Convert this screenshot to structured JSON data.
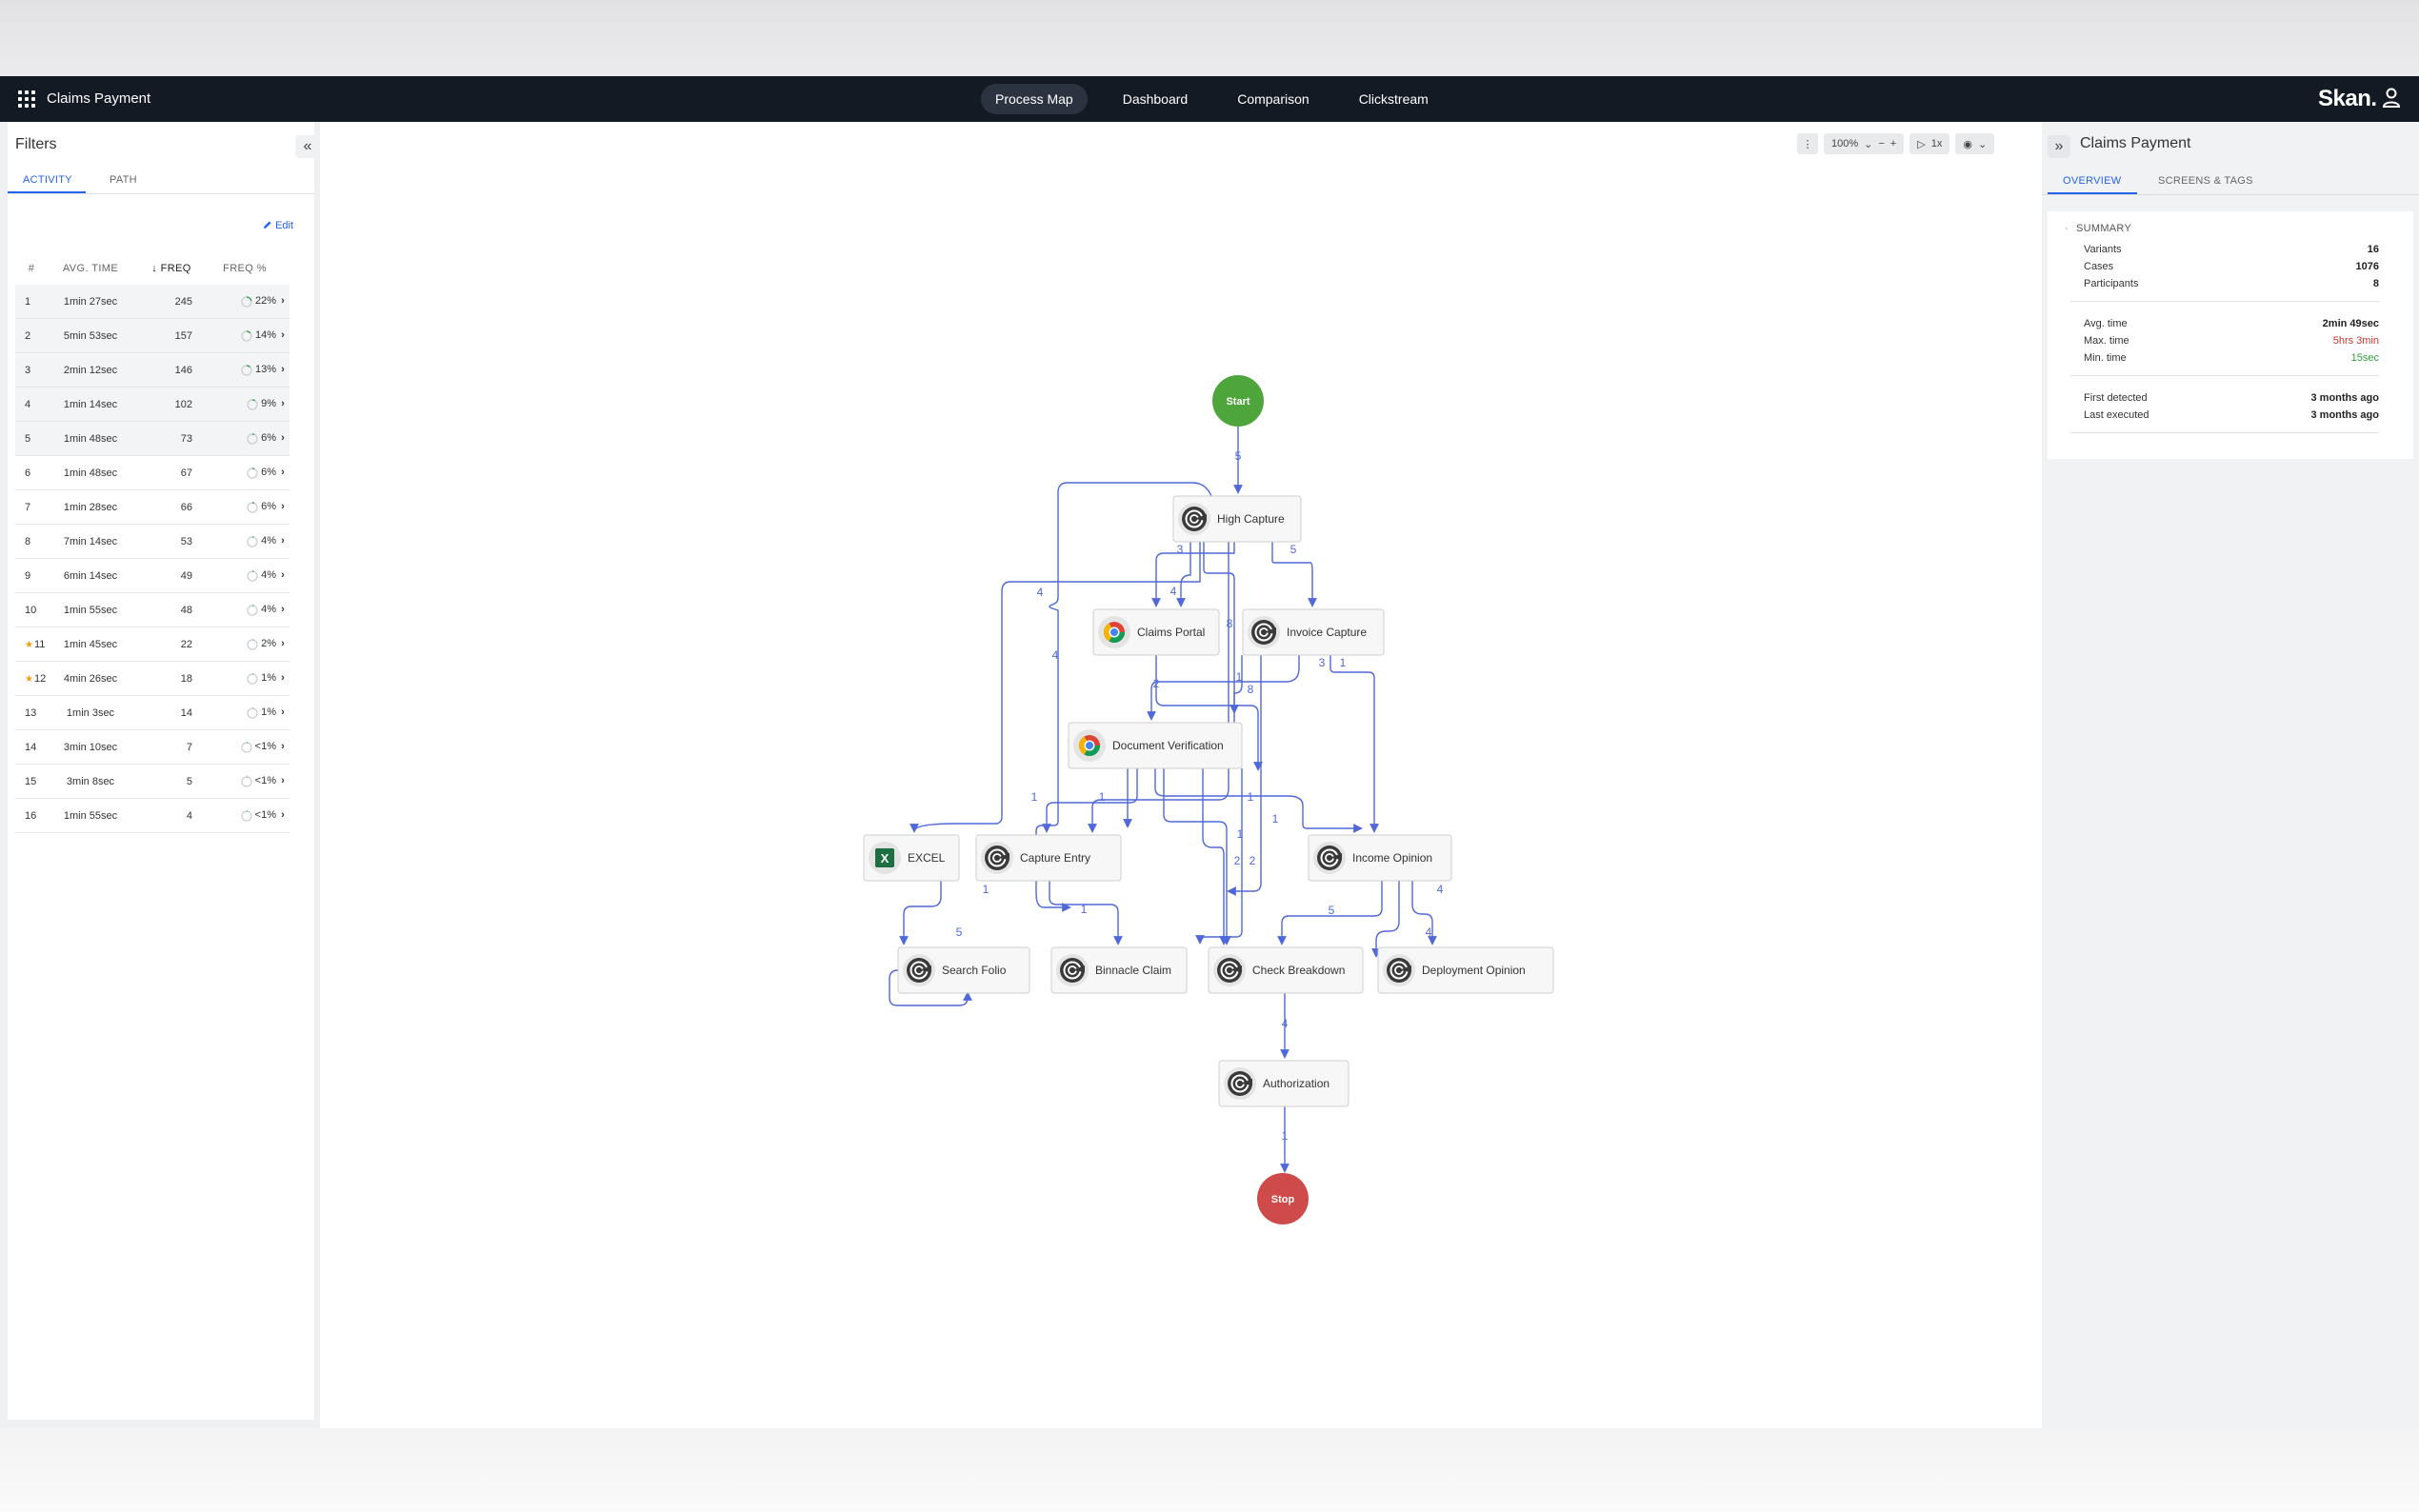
{
  "app": {
    "title": "Claims Payment",
    "brand": "Skan."
  },
  "nav": {
    "tabs": [
      "Process Map",
      "Dashboard",
      "Comparison",
      "Clickstream"
    ],
    "active": "Process Map"
  },
  "filters": {
    "title": "Filters",
    "tabs": [
      "ACTIVITY",
      "PATH"
    ],
    "active_tab": "ACTIVITY",
    "edit_label": "Edit",
    "columns": [
      "#",
      "AVG. TIME",
      "FREQ",
      "FREQ %"
    ],
    "sorted_column": "FREQ",
    "rows": [
      {
        "n": "1",
        "time": "1min 27sec",
        "freq": "245",
        "pct": "22%",
        "fraction": 0.22,
        "starred": false
      },
      {
        "n": "2",
        "time": "5min 53sec",
        "freq": "157",
        "pct": "14%",
        "fraction": 0.14,
        "starred": false
      },
      {
        "n": "3",
        "time": "2min 12sec",
        "freq": "146",
        "pct": "13%",
        "fraction": 0.13,
        "starred": false
      },
      {
        "n": "4",
        "time": "1min 14sec",
        "freq": "102",
        "pct": "9%",
        "fraction": 0.09,
        "starred": false
      },
      {
        "n": "5",
        "time": "1min 48sec",
        "freq": "73",
        "pct": "6%",
        "fraction": 0.06,
        "starred": false
      },
      {
        "n": "6",
        "time": "1min 48sec",
        "freq": "67",
        "pct": "6%",
        "fraction": 0.06,
        "starred": false
      },
      {
        "n": "7",
        "time": "1min 28sec",
        "freq": "66",
        "pct": "6%",
        "fraction": 0.06,
        "starred": false
      },
      {
        "n": "8",
        "time": "7min 14sec",
        "freq": "53",
        "pct": "4%",
        "fraction": 0.04,
        "starred": false
      },
      {
        "n": "9",
        "time": "6min 14sec",
        "freq": "49",
        "pct": "4%",
        "fraction": 0.04,
        "starred": false
      },
      {
        "n": "10",
        "time": "1min 55sec",
        "freq": "48",
        "pct": "4%",
        "fraction": 0.04,
        "starred": false
      },
      {
        "n": "11",
        "time": "1min 45sec",
        "freq": "22",
        "pct": "2%",
        "fraction": 0.02,
        "starred": true
      },
      {
        "n": "12",
        "time": "4min 26sec",
        "freq": "18",
        "pct": "1%",
        "fraction": 0.01,
        "starred": true
      },
      {
        "n": "13",
        "time": "1min 3sec",
        "freq": "14",
        "pct": "1%",
        "fraction": 0.01,
        "starred": false
      },
      {
        "n": "14",
        "time": "3min 10sec",
        "freq": "7",
        "pct": "<1%",
        "fraction": 0.005,
        "starred": false
      },
      {
        "n": "15",
        "time": "3min 8sec",
        "freq": "5",
        "pct": "<1%",
        "fraction": 0.004,
        "starred": false
      },
      {
        "n": "16",
        "time": "1min 55sec",
        "freq": "4",
        "pct": "<1%",
        "fraction": 0.003,
        "starred": false
      }
    ]
  },
  "toolbar": {
    "zoom": "100%",
    "speed": "1x"
  },
  "process_map": {
    "nodes": [
      {
        "id": "start",
        "label": "Start",
        "type": "start"
      },
      {
        "id": "high",
        "label": "High Capture",
        "icon": "skan-icon"
      },
      {
        "id": "portal",
        "label": "Claims Portal",
        "icon": "chrome-icon"
      },
      {
        "id": "invoice",
        "label": "Invoice Capture",
        "icon": "skan-icon"
      },
      {
        "id": "docver",
        "label": "Document Verification",
        "icon": "chrome-icon"
      },
      {
        "id": "excel",
        "label": "EXCEL",
        "icon": "excel-icon"
      },
      {
        "id": "capture",
        "label": "Capture Entry",
        "icon": "skan-icon"
      },
      {
        "id": "income",
        "label": "Income Opinion",
        "icon": "skan-icon"
      },
      {
        "id": "search",
        "label": "Search Folio",
        "icon": "skan-icon"
      },
      {
        "id": "binnacle",
        "label": "Binnacle Claim",
        "icon": "skan-icon"
      },
      {
        "id": "check",
        "label": "Check Breakdown",
        "icon": "skan-icon"
      },
      {
        "id": "deploy",
        "label": "Deployment Opinion",
        "icon": "skan-icon"
      },
      {
        "id": "auth",
        "label": "Authorization",
        "icon": "skan-icon"
      },
      {
        "id": "stop",
        "label": "Stop",
        "type": "stop"
      }
    ],
    "edge_labels": [
      "5",
      "3",
      "5",
      "4",
      "4",
      "8",
      "4",
      "3",
      "1",
      "2",
      "1",
      "8",
      "1",
      "1",
      "1",
      "1",
      "1",
      "2",
      "2",
      "4",
      "1",
      "1",
      "5",
      "4",
      "4",
      "1",
      "5"
    ],
    "colors": {
      "edge": "#5068d9",
      "start": "#4ea53c",
      "stop": "#cf4a4a",
      "accent": "#2563eb"
    }
  },
  "overview": {
    "title": "Claims Payment",
    "tabs": [
      "OVERVIEW",
      "SCREENS & TAGS"
    ],
    "active_tab": "OVERVIEW",
    "summary_label": "SUMMARY",
    "rows": [
      {
        "label": "Variants",
        "value": "16",
        "style": "bold"
      },
      {
        "label": "Cases",
        "value": "1076",
        "style": "bold"
      },
      {
        "label": "Participants",
        "value": "8",
        "style": "bold"
      },
      {
        "label": "Avg. time",
        "value": "2min 49sec",
        "style": "bold"
      },
      {
        "label": "Max. time",
        "value": "5hrs 3min",
        "style": "red"
      },
      {
        "label": "Min. time",
        "value": "15sec",
        "style": "green"
      },
      {
        "label": "First detected",
        "value": "3 months ago",
        "style": "bold"
      },
      {
        "label": "Last executed",
        "value": "3 months ago",
        "style": "bold"
      }
    ]
  }
}
